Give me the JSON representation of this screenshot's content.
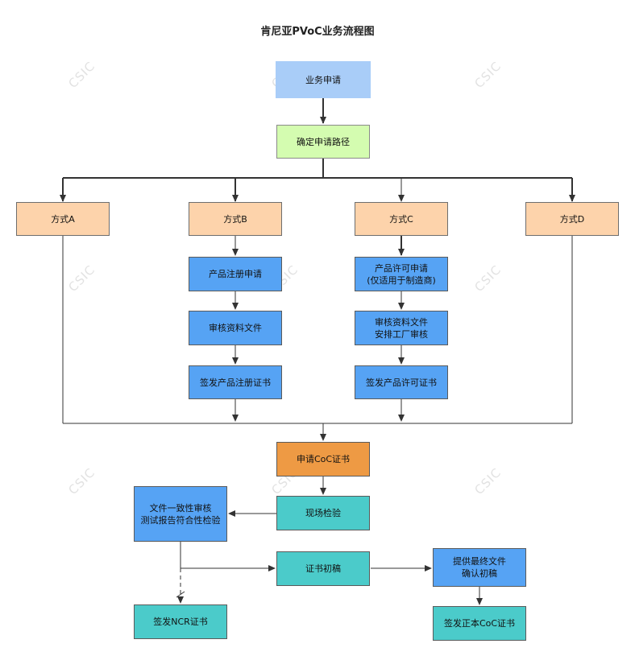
{
  "title": "肯尼亚PVoC业务流程图",
  "watermark": "CSIC",
  "colors": {
    "start": "#a9cdf8",
    "decision": "#d4fcb0",
    "method": "#fdd3ab",
    "process": "#56a3f4",
    "coc": "#ee9a44",
    "inspection": "#4bcbca",
    "line": "#333333"
  },
  "nodes": {
    "apply": "业务申请",
    "route": "确定申请路径",
    "method_a": "方式A",
    "method_b": "方式B",
    "method_c": "方式C",
    "method_d": "方式D",
    "b_register": "产品注册申请",
    "b_review": "审核资料文件",
    "b_issue": "签发产品注册证书",
    "c_license": "产品许可申请\n(仅适用于制造商)",
    "c_review": "审核资料文件\n安排工厂审核",
    "c_issue": "签发产品许可证书",
    "coc_apply": "申请CoC证书",
    "site_inspection": "现场检验",
    "doc_review": "文件一致性审核\n测试报告符合性检验",
    "draft": "证书初稿",
    "final_docs": "提供最终文件\n确认初稿",
    "ncr": "签发NCR证书",
    "coc_issue": "签发正本CoC证书"
  }
}
